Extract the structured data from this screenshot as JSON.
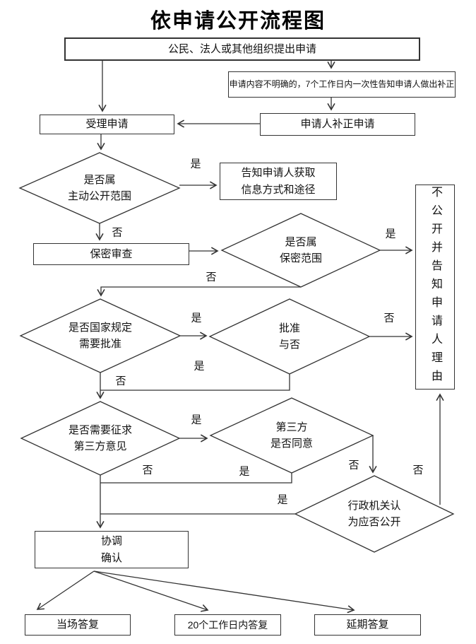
{
  "title": "依申请公开流程图",
  "nodes": {
    "apply": {
      "label": "公民、法人或其他组织提出申请"
    },
    "unclear": {
      "label": "申请内容不明确的，7个工作日内一次性告知申请人做出补正"
    },
    "accept": {
      "label": "受理申请"
    },
    "correct": {
      "label": "申请人补正申请"
    },
    "decide_active": {
      "line1": "是否属",
      "line2": "主动公开范围"
    },
    "inform": {
      "line1": "告知申请人获取",
      "line2": "信息方式和途径"
    },
    "secrecy_review": {
      "label": "保密审查"
    },
    "decide_secret": {
      "line1": "是否属",
      "line2": "保密范围"
    },
    "decide_need_approval": {
      "line1": "是否国家规定",
      "line2": "需要批准"
    },
    "decide_approved": {
      "line1": "批准",
      "line2": "与否"
    },
    "decide_need_third": {
      "line1": "是否需要征求",
      "line2": "第三方意见"
    },
    "decide_third_agree": {
      "line1": "第三方",
      "line2": "是否同意"
    },
    "decide_admin": {
      "line1": "行政机关认",
      "line2": "为应否公开"
    },
    "not_disclose": {
      "label": "不公开并告知申请人理由"
    },
    "coordinate": {
      "line1": "协调",
      "line2": "确认"
    },
    "reply_onspot": {
      "label": "当场答复"
    },
    "reply_20days": {
      "label": "20个工作日内答复"
    },
    "reply_delay": {
      "label": "延期答复"
    }
  },
  "edge_labels": {
    "active_yes": "是",
    "active_no": "否",
    "secret_yes": "是",
    "secret_no": "否",
    "need_approval_yes": "是",
    "need_approval_no": "否",
    "approved_yes": "是",
    "approved_no": "否",
    "need_third_yes": "是",
    "need_third_no": "否",
    "third_agree_yes": "是",
    "third_agree_no": "否",
    "admin_yes": "是",
    "admin_no": "否"
  }
}
